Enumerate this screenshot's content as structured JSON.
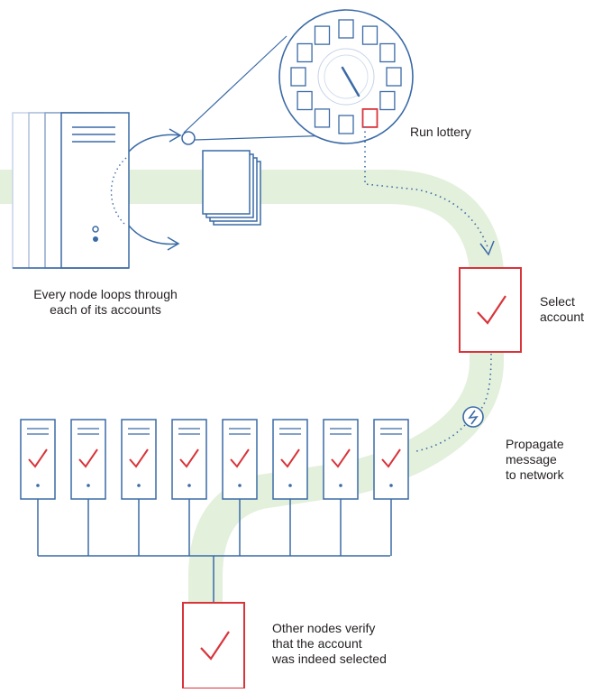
{
  "colors": {
    "background": "#ffffff",
    "stroke_blue": "#3a6aa6",
    "stroke_blue_light": "#a9bfdc",
    "accent_red": "#d8343a",
    "path_green": "#e3f0dc",
    "text": "#231f20"
  },
  "labels": {
    "run_lottery": "Run lottery",
    "loop_line1": "Every node loops through",
    "loop_line2": "each of its accounts",
    "select_line1": "Select",
    "select_line2": "account",
    "propagate_line1": "Propagate",
    "propagate_line2": "message",
    "propagate_line3": "to network",
    "verify_line1": "Other nodes verify",
    "verify_line2": "that the account",
    "verify_line3": "was indeed selected"
  },
  "icons": {
    "server_stack": "server-icon",
    "documents": "document-stack-icon",
    "lottery_wheel": "lottery-wheel-icon",
    "selected_account": "checkmark-icon",
    "broadcast": "lightning-icon"
  },
  "network": {
    "node_count": 8,
    "node_state": "verified-checkmark"
  },
  "lottery": {
    "slot_count": 12,
    "selected_slot": "highlighted-red"
  }
}
